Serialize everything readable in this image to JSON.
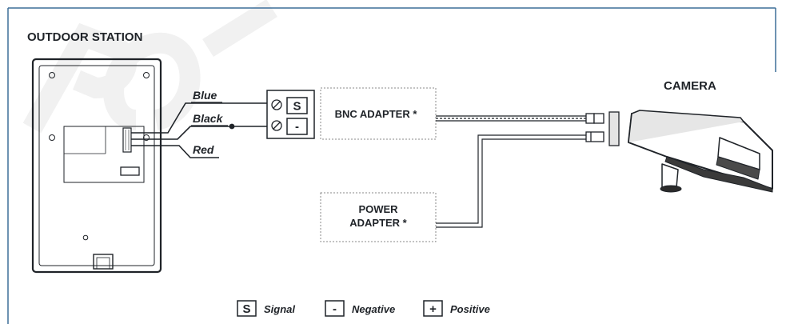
{
  "colors": {
    "frame_accent": "#3d6f99",
    "line": "#1f2328",
    "watermark": "#f1f1f1"
  },
  "titles": {
    "outdoor_station": "OUTDOOR STATION",
    "camera": "CAMERA"
  },
  "wires": {
    "blue": "Blue",
    "black": "Black",
    "red": "Red"
  },
  "terminal": {
    "signal_symbol": "S",
    "negative_symbol": "-"
  },
  "adapters": {
    "bnc": "BNC ADAPTER *",
    "power_line1": "POWER",
    "power_line2": "ADAPTER *"
  },
  "legend": [
    {
      "symbol": "S",
      "label": "Signal"
    },
    {
      "symbol": "-",
      "label": "Negative"
    },
    {
      "symbol": "+",
      "label": "Positive"
    }
  ],
  "icons": {
    "screw": "screw-terminal-icon",
    "camera": "cctv-camera-icon",
    "station": "outdoor-station-panel-icon"
  }
}
